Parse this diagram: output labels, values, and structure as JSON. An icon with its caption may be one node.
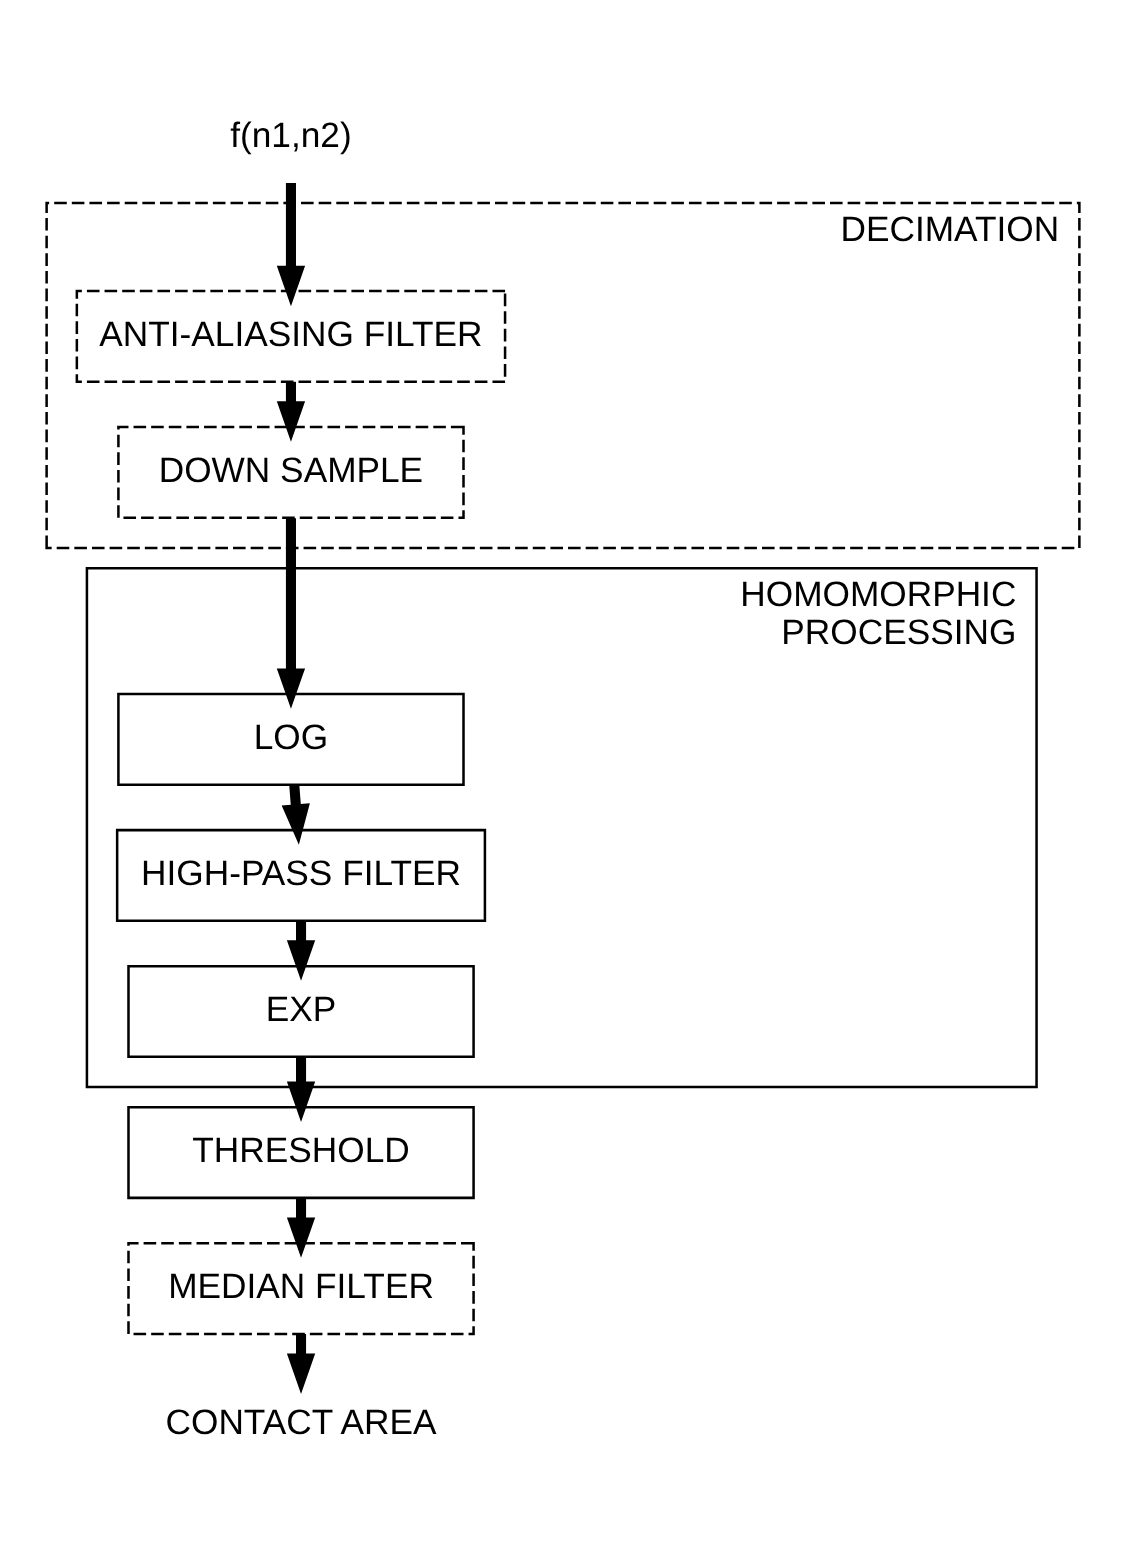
{
  "diagram": {
    "nodes": [
      {
        "text": [
          "f(n1,n2)"
        ]
      },
      {
        "text": [
          "DECIMATION"
        ]
      },
      {
        "text": [
          "ANTI-ALIASING FILTER"
        ],
        "in": 1
      },
      {
        "text": [
          "DOWN SAMPLE"
        ],
        "in": 1
      },
      {
        "text": [
          "HOMOMORPHIC PROCESSING"
        ]
      },
      {
        "text": [
          "LOG"
        ],
        "in": 4
      },
      {
        "text": [
          "HIGH-PASS FILTER"
        ],
        "in": 4
      },
      {
        "text": [
          "EXP"
        ],
        "in": 4
      },
      {
        "text": [
          "THRESHOLD"
        ]
      },
      {
        "text": [
          "MEDIAN FILTER"
        ]
      },
      {
        "text": [
          "CONTACT AREA"
        ]
      }
    ],
    "edges": [
      {
        "from": 0,
        "to": 2,
        "arrow": "to"
      },
      {
        "from": 2,
        "to": 3,
        "arrow": "to"
      },
      {
        "from": 3,
        "to": 5,
        "arrow": "to"
      },
      {
        "from": 5,
        "to": 6,
        "arrow": "to"
      },
      {
        "from": 6,
        "to": 7,
        "arrow": "to"
      },
      {
        "from": 7,
        "to": 8,
        "arrow": "to"
      },
      {
        "from": 8,
        "to": 9,
        "arrow": "to"
      },
      {
        "from": 9,
        "to": 10,
        "arrow": "to"
      }
    ]
  }
}
